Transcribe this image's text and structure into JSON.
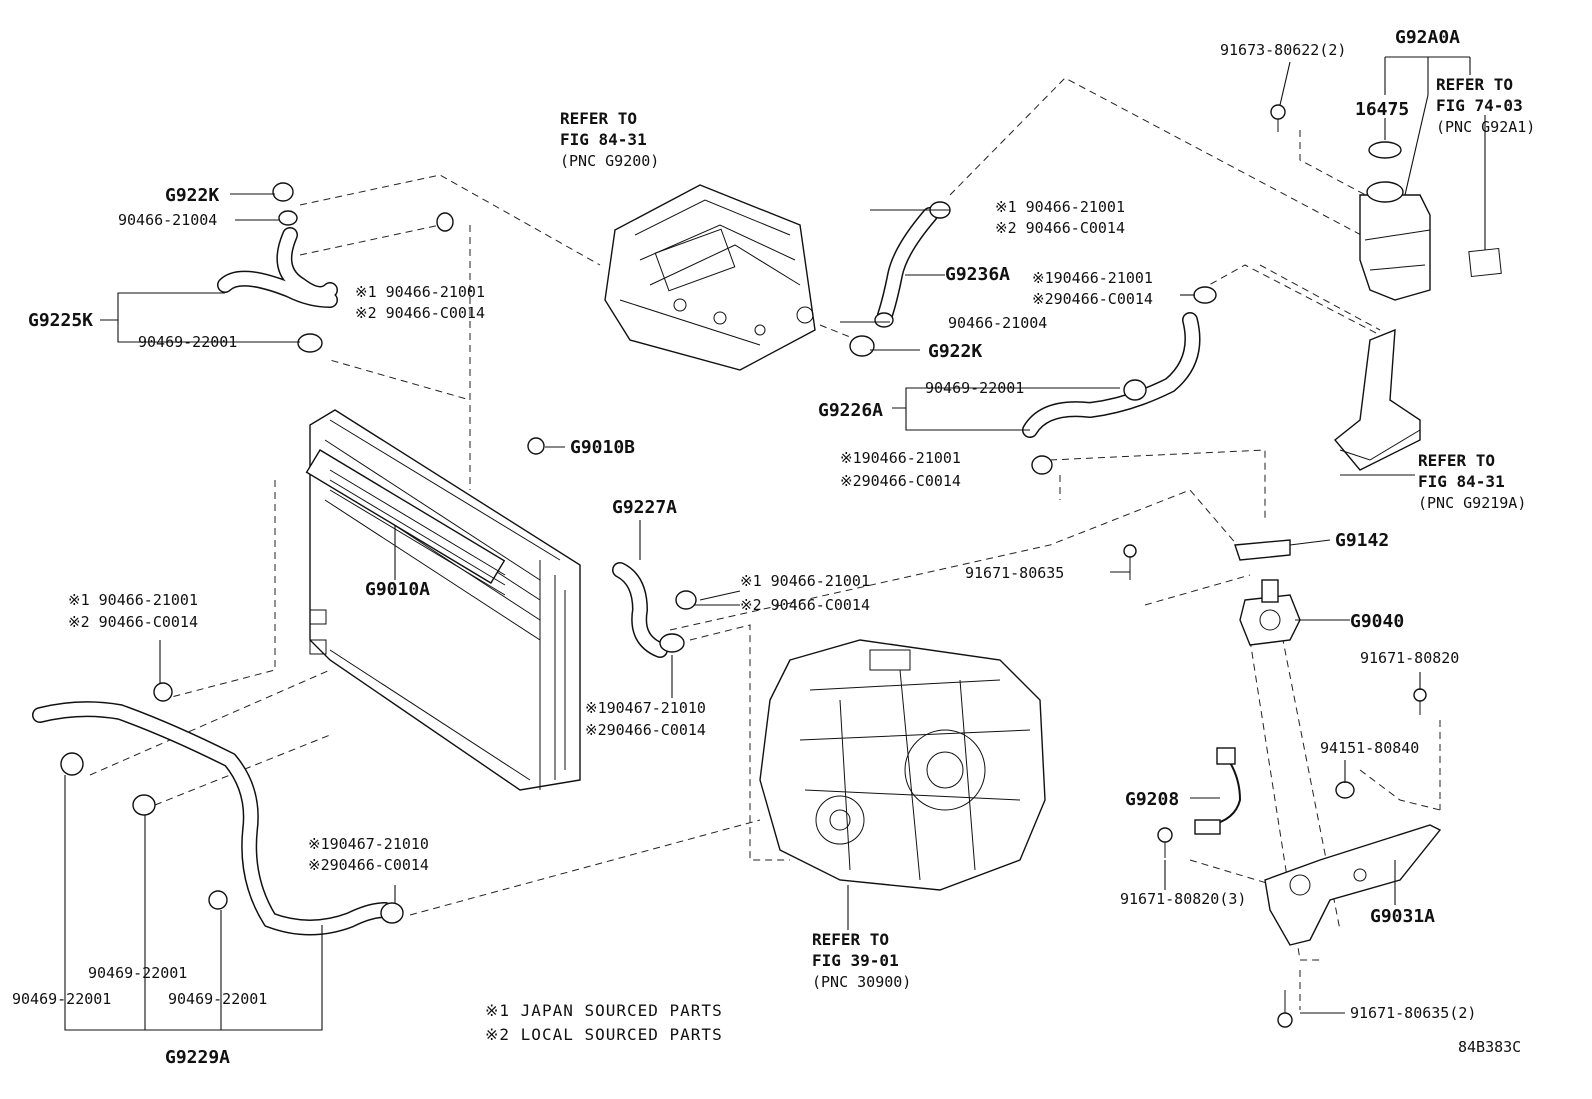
{
  "labels": {
    "g92a0a": "G92A0A",
    "p91673": "91673-80622(2)",
    "p16475": "16475",
    "ref7403": [
      "REFER TO",
      "FIG 74-03",
      "(PNC G92A1)"
    ],
    "ref8431a": [
      "REFER TO",
      "FIG 84-31",
      "(PNC G9200)"
    ],
    "g922k_a": "G922K",
    "p21004_a": "90466-21004",
    "g9225k": "G9225K",
    "p22001_a": "90469-22001",
    "n1_a": "※1 90466-21001",
    "n2_a": "※2 90466-C0014",
    "n1_b": "※1 90466-21001",
    "n2_b": "※2 90466-C0014",
    "g9236a": "G9236A",
    "n1_c": "※190466-21001",
    "n2_c": "※290466-C0014",
    "p21004_b": "90466-21004",
    "g922k_b": "G922K",
    "p22001_b": "90469-22001",
    "g9226a": "G9226A",
    "n1_d": "※190466-21001",
    "n2_d": "※290466-C0014",
    "ref8431b": [
      "REFER TO",
      "FIG 84-31",
      "(PNC G9219A)"
    ],
    "g9010b": "G9010B",
    "g9227a": "G9227A",
    "g9142": "G9142",
    "p80635_a": "91671-80635",
    "n1_e": "※1 90466-21001",
    "n2_e": "※2 90466-C0014",
    "g9040": "G9040",
    "g9010a": "G9010A",
    "n1_f": "※1 90466-21001",
    "n2_f": "※2 90466-C0014",
    "n1_g": "※190467-21010",
    "n2_g": "※290466-C0014",
    "p80820_a": "91671-80820",
    "p80840": "94151-80840",
    "g9208": "G9208",
    "n1_h": "※190467-21010",
    "n2_h": "※290466-C0014",
    "p80820_b": "91671-80820(3)",
    "g9031a": "G9031A",
    "ref3901": [
      "REFER TO",
      "FIG 39-01",
      "(PNC 30900)"
    ],
    "p22001_c": "90469-22001",
    "p22001_d": "90469-22001",
    "p22001_e": "90469-22001",
    "g9229a": "G9229A",
    "p80635_b": "91671-80635(2)",
    "note1": "※1 JAPAN SOURCED PARTS",
    "note2": "※2 LOCAL SOURCED PARTS",
    "code": "84B383C"
  },
  "icons": [
    "hose-clamp-icon",
    "bolt-icon",
    "coolant-reservoir-icon",
    "radiator-icon",
    "inverter-icon",
    "transaxle-icon",
    "water-pump-icon",
    "bracket-icon"
  ]
}
